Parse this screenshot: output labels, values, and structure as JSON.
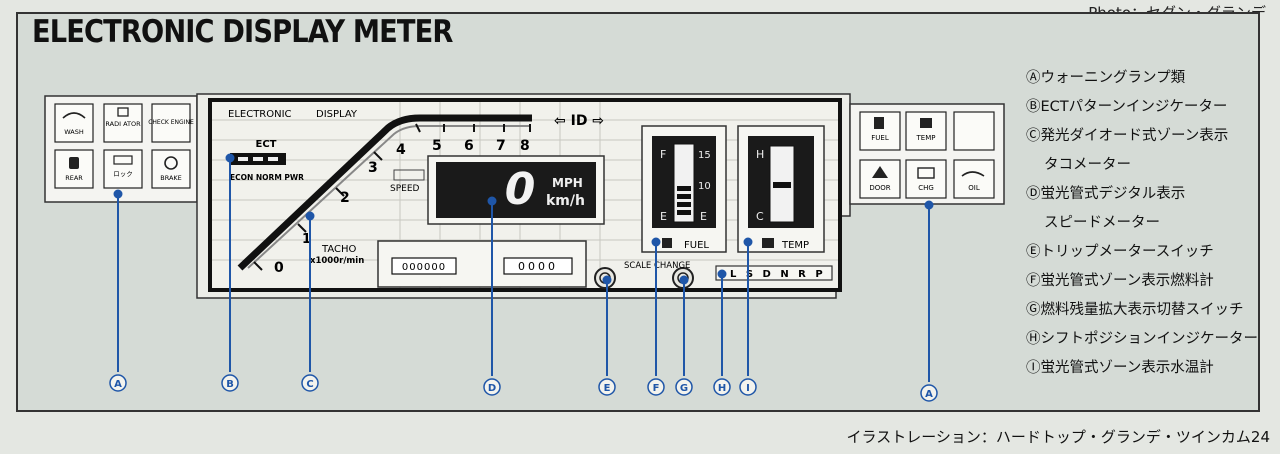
{
  "photo_caption": "Photo：セダン・グランデ",
  "title": "ELECTRONIC DISPLAY METER",
  "bottom_caption": "イラストレーション：ハードトップ・グランデ・ツインカム24",
  "left_warning_lamps": [
    "WASH",
    "RADI ATOR",
    "CHECK ENGINE",
    "REAR",
    "ロック",
    "BRAKE"
  ],
  "right_warning_lamps": [
    "FUEL",
    "TEMP",
    "",
    "DOOR",
    "CHG",
    "OIL"
  ],
  "meter": {
    "header_left": "ELECTRONIC",
    "header_right": "DISPLAY",
    "ect_label": "ECT",
    "ect_modes": "ECON NORM PWR",
    "tach_numbers": [
      "0",
      "1",
      "2",
      "3",
      "4",
      "5",
      "6",
      "7",
      "8"
    ],
    "speed_label": "SPEED",
    "tacho_label": "TACHO",
    "tacho_unit": "x1000r/min",
    "digital_speed": "0",
    "unit_mph": "MPH",
    "unit_kmh": "km/h",
    "trip_label": "⇦ ID ⇨",
    "odo_digits": "000000",
    "trip_digits": "0000",
    "scale_change": "SCALE CHANGE",
    "fuel_scale": [
      "F",
      "E"
    ],
    "fuel_scale_right": [
      "15",
      "10",
      "E"
    ],
    "fuel_label": "FUEL",
    "temp_scale": [
      "H",
      "C"
    ],
    "temp_label": "TEMP",
    "shift_positions": "L S D N R P"
  },
  "callouts": [
    "A",
    "B",
    "C",
    "D",
    "E",
    "F",
    "G",
    "H",
    "I",
    "A"
  ],
  "legend": [
    {
      "letter": "A",
      "text": "Ⓐウォーニングランプ類"
    },
    {
      "letter": "B",
      "text": "ⒷECTパターンインジケーター"
    },
    {
      "letter": "C",
      "text": "Ⓒ発光ダイオード式ゾーン表示"
    },
    {
      "letter": "",
      "text": "タコメーター"
    },
    {
      "letter": "D",
      "text": "Ⓓ蛍光管式デジタル表示"
    },
    {
      "letter": "",
      "text": "スピードメーター"
    },
    {
      "letter": "E",
      "text": "Ⓔトリップメータースイッチ"
    },
    {
      "letter": "F",
      "text": "Ⓕ蛍光管式ゾーン表示燃料計"
    },
    {
      "letter": "G",
      "text": "Ⓖ燃料残量拡大表示切替スイッチ"
    },
    {
      "letter": "H",
      "text": "Ⓗシフトポジションインジケーター"
    },
    {
      "letter": "I",
      "text": "Ⓘ蛍光管式ゾーン表示水温計"
    }
  ],
  "colors": {
    "callout": "#1f56a8",
    "background": "#d5dbd6",
    "display": "#1a1a1a"
  }
}
